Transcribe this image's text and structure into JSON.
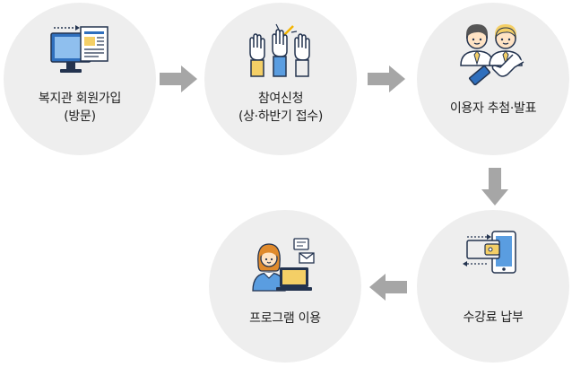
{
  "steps": [
    {
      "line1": "복지관 회원가입",
      "line2": "(방문)",
      "icon": "computer-document-icon"
    },
    {
      "line1": "참여신청",
      "line2": "(상·하반기 접수)",
      "icon": "raised-hands-icon"
    },
    {
      "line1": "이용자 추첨·발표",
      "line2": "",
      "icon": "people-selection-icon"
    },
    {
      "line1": "수강료 납부",
      "line2": "",
      "icon": "mobile-wallet-icon"
    },
    {
      "line1": "프로그램 이용",
      "line2": "",
      "icon": "woman-laptop-icon"
    }
  ],
  "colors": {
    "circle": "#eeeeee",
    "arrow": "#a6a6a6",
    "blue": "#2f6fbd",
    "light_blue": "#5a9de0",
    "yellow": "#f4cf66",
    "outline": "#23334f"
  }
}
